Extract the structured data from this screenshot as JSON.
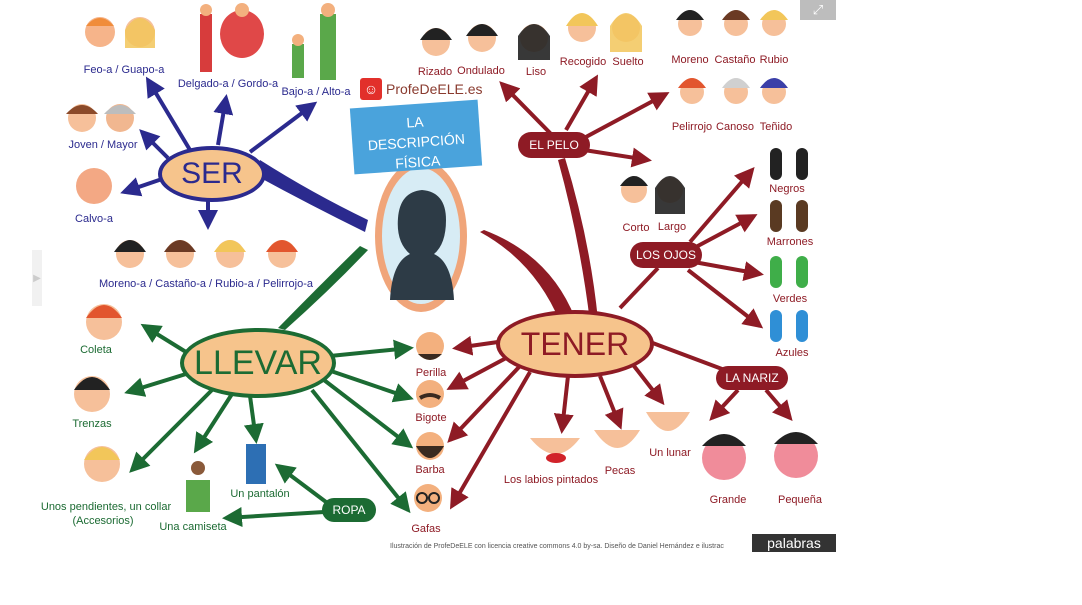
{
  "title": "LA DESCRIPCIÓN FÍSICA",
  "brand": "ProfeDeELE.es",
  "brand_badge": "☺",
  "credit": "Ilustración de ProfeDeELE con licencia creative commons 4.0 by-sa. Diseño de Daniel Hernández e ilustrac",
  "corner_badge": "palabras",
  "expand_icon": "⤢",
  "colors": {
    "ser": "#2b2a8e",
    "tener": "#8e1b25",
    "llevar": "#1c6b33",
    "hub_fill": "#f6c48c",
    "title_bg": "#4aa3dc"
  },
  "hubs": {
    "ser": "SER",
    "tener": "TENER",
    "llevar": "LLEVAR"
  },
  "sub_hubs": {
    "pelo": "EL PELO",
    "ojos": "LOS OJOS",
    "nariz": "LA NARIZ",
    "ropa": "ROPA"
  },
  "ser_items": [
    "Feo-a / Guapo-a",
    "Delgado-a / Gordo-a",
    "Bajo-a / Alto-a",
    "Joven / Mayor",
    "Calvo-a",
    "Moreno-a / Castaño-a / Rubio-a / Pelirrojo-a"
  ],
  "pelo_items": [
    "Rizado",
    "Ondulado",
    "Liso",
    "Recogido",
    "Suelto",
    "Moreno",
    "Castaño",
    "Rubio",
    "Pelirrojo",
    "Canoso",
    "Teñido",
    "Corto",
    "Largo"
  ],
  "ojos_items": [
    "Negros",
    "Marrones",
    "Verdes",
    "Azules"
  ],
  "tener_items": [
    "Perilla",
    "Bigote",
    "Barba",
    "Gafas",
    "Los labios pintados",
    "Pecas",
    "Un lunar"
  ],
  "nariz_items": [
    "Grande",
    "Pequeña"
  ],
  "llevar_items": [
    "Coleta",
    "Trenzas",
    "Unos pendientes, un collar",
    "(Accesorios)",
    "Un pantalón",
    "Una camiseta"
  ]
}
